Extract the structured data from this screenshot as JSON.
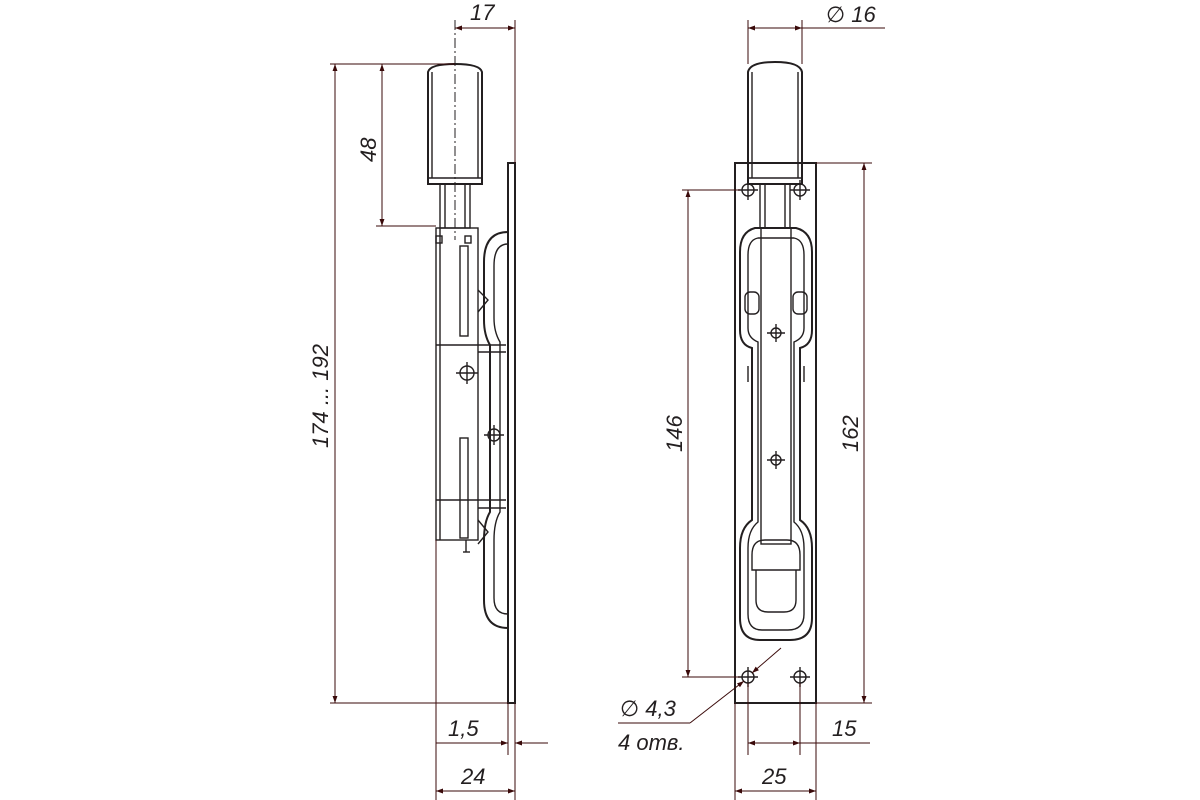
{
  "side_view": {
    "dims": {
      "bolt_offset": "17",
      "bolt_length": "48",
      "total_length": "174 ... 192",
      "plate_thickness": "1,5",
      "width": "24"
    }
  },
  "front_view": {
    "dims": {
      "bolt_diameter": "∅ 16",
      "hole_spacing": "146",
      "plate_length": "162",
      "hole_diameter": "∅ 4,3",
      "hole_count": "4 отв.",
      "hole_span": "15",
      "width": "25"
    }
  },
  "colors": {
    "line": "#231f20",
    "dimension": "#3a0a0a",
    "background": "#ffffff"
  }
}
